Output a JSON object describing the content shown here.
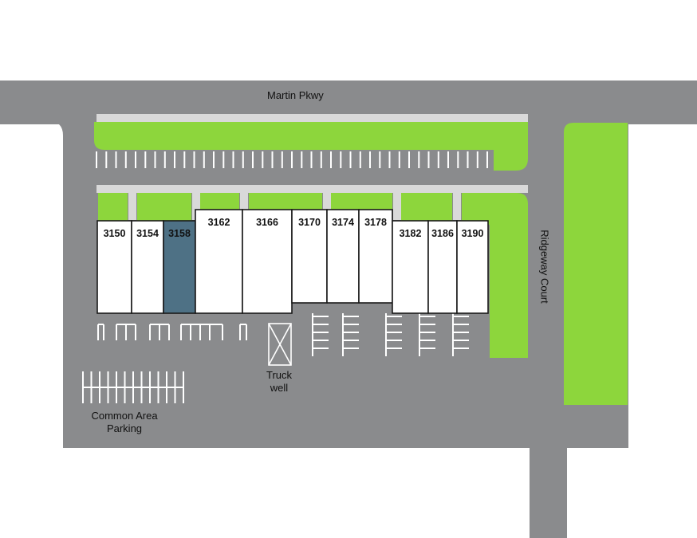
{
  "colors": {
    "road": "#8a8b8d",
    "grass": "#8dd63c",
    "curb": "#d9d9d9",
    "unit_fill": "#ffffff",
    "highlight_unit": "#4e7185",
    "outline": "#1a1a1a",
    "background": "#ffffff"
  },
  "roads": {
    "north": "Martin Pkwy",
    "east": "Ridgeway Court"
  },
  "units": [
    {
      "id": "3150",
      "highlighted": false
    },
    {
      "id": "3154",
      "highlighted": false
    },
    {
      "id": "3158",
      "highlighted": true
    },
    {
      "id": "3162",
      "highlighted": false
    },
    {
      "id": "3166",
      "highlighted": false
    },
    {
      "id": "3170",
      "highlighted": false
    },
    {
      "id": "3174",
      "highlighted": false
    },
    {
      "id": "3178",
      "highlighted": false
    },
    {
      "id": "3182",
      "highlighted": false
    },
    {
      "id": "3186",
      "highlighted": false
    },
    {
      "id": "3190",
      "highlighted": false
    }
  ],
  "labels": {
    "truck_well": [
      "Truck",
      "well"
    ],
    "common_parking": [
      "Common Area",
      "Parking"
    ]
  }
}
